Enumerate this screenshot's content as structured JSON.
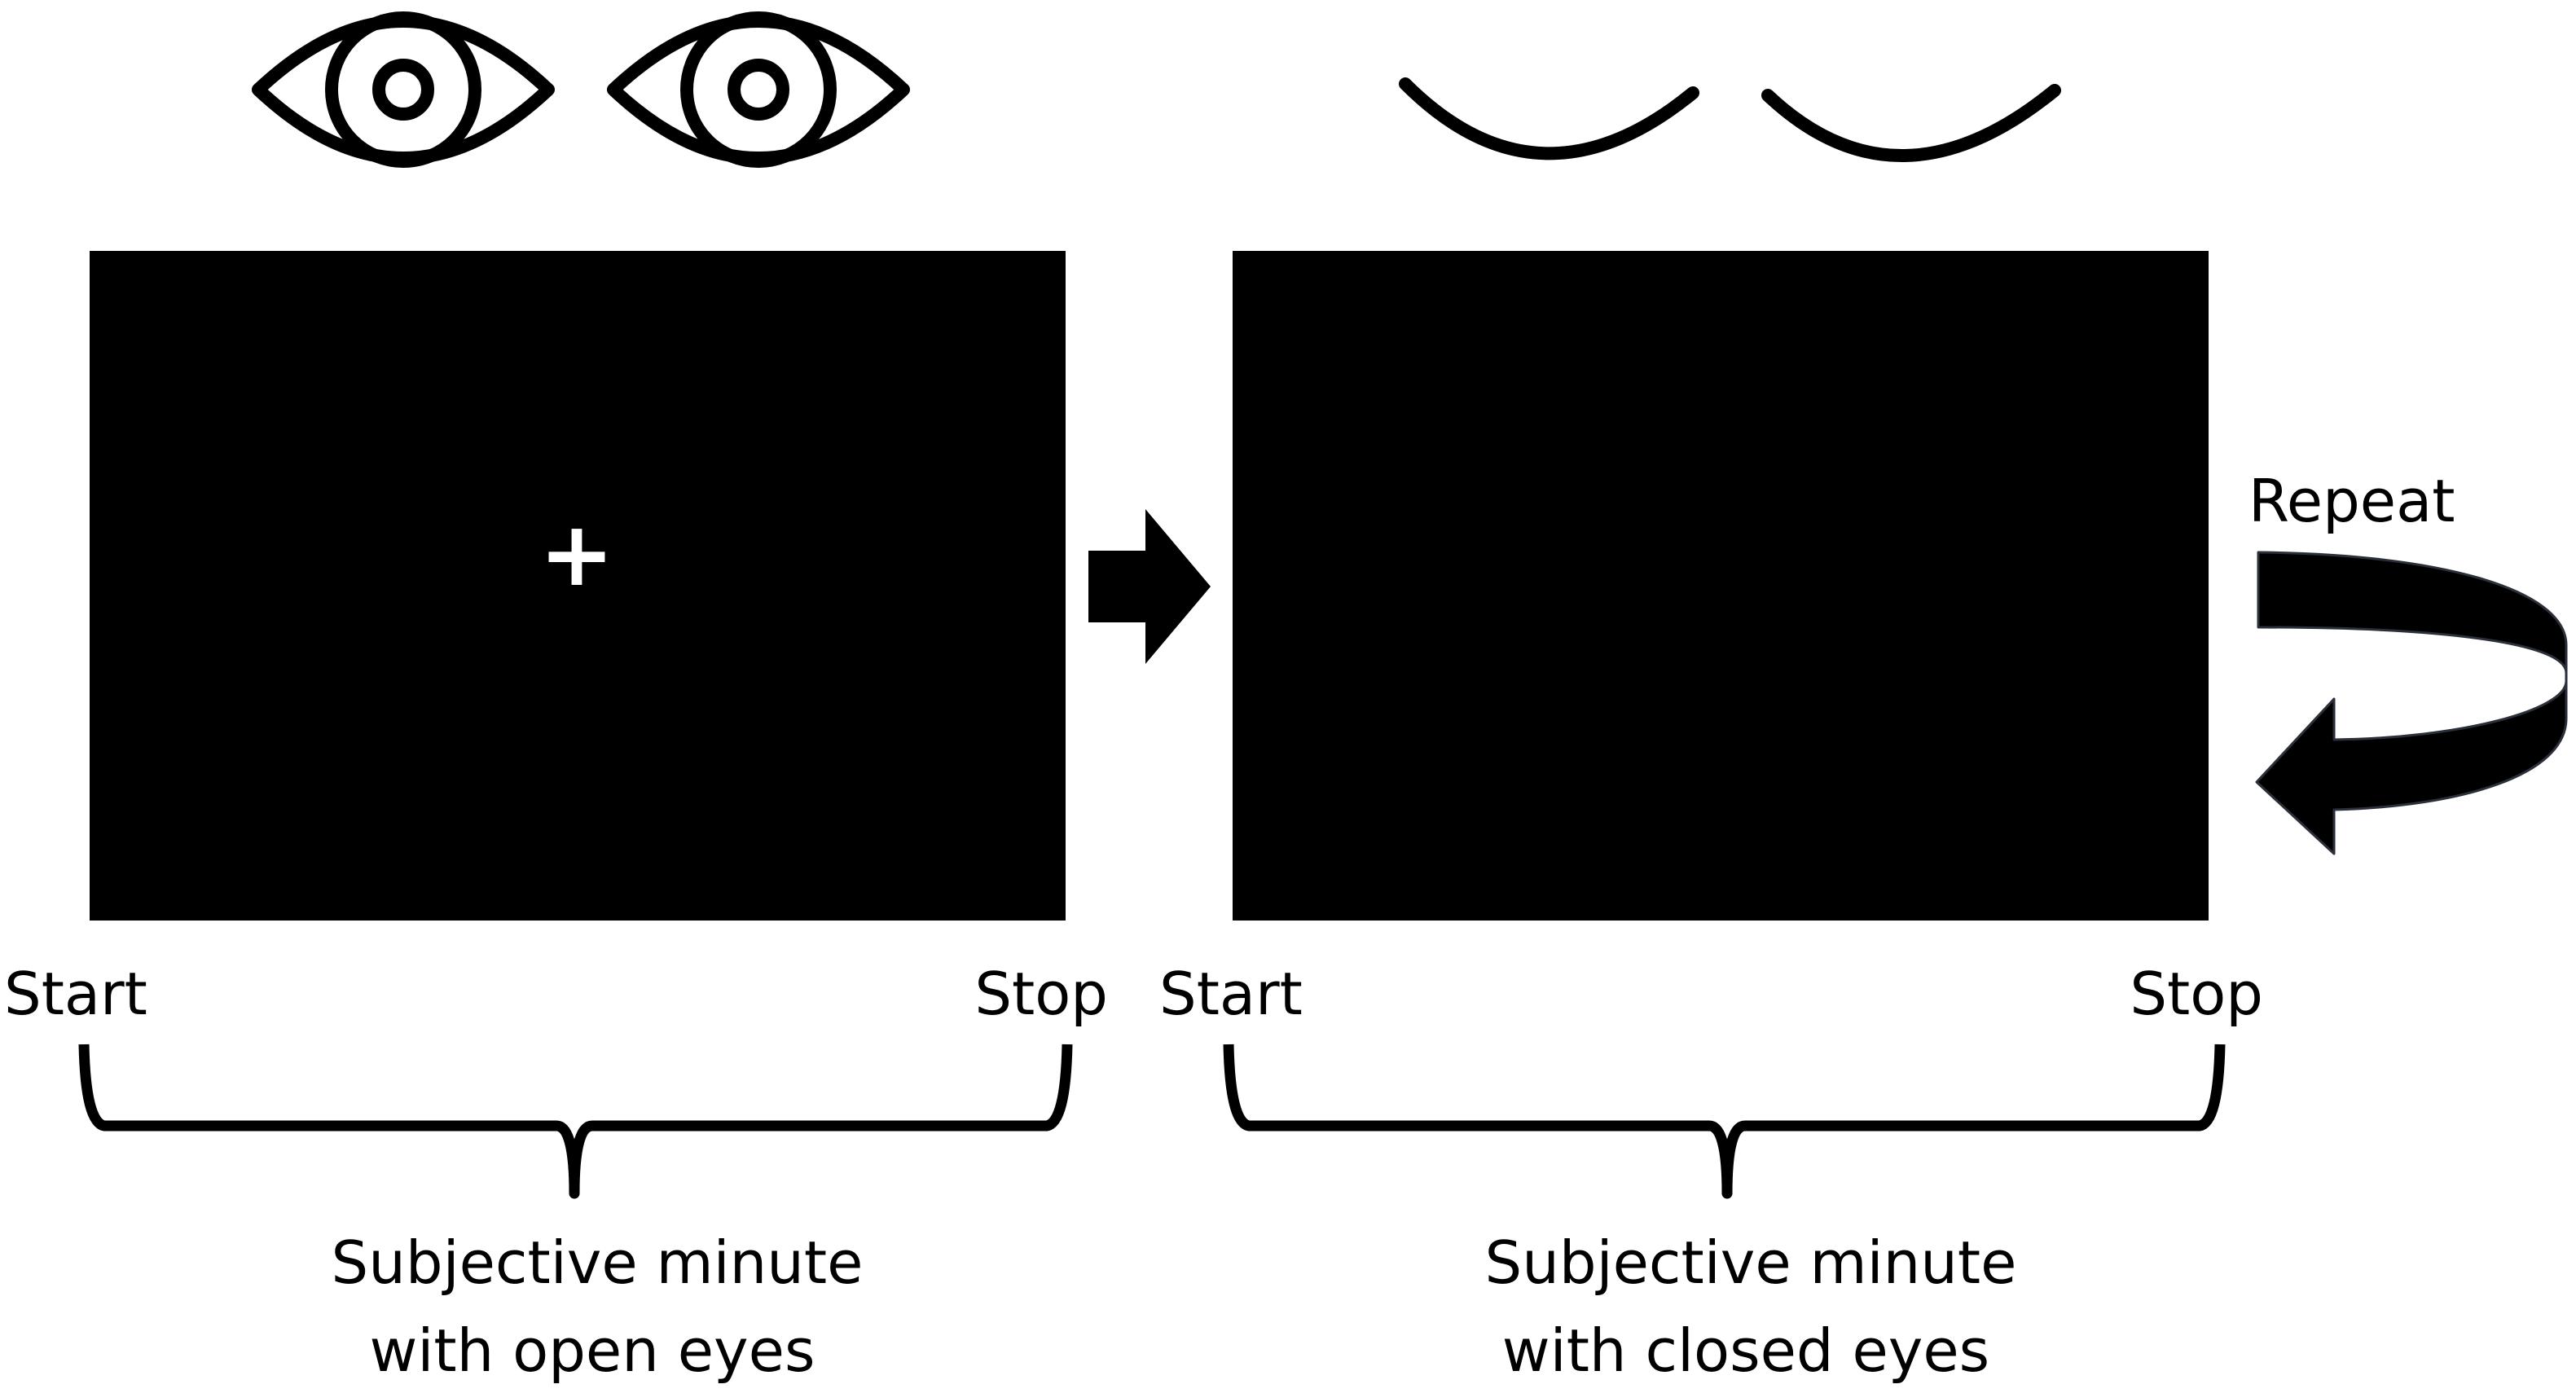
{
  "panels": [
    {
      "id": "open",
      "start_label": "Start",
      "stop_label": "Stop",
      "caption_line1": "Subjective minute",
      "caption_line2": "with open eyes",
      "fixation_symbol": "+",
      "eye_icon": "open-eye-icon"
    },
    {
      "id": "closed",
      "start_label": "Start",
      "stop_label": "Stop",
      "caption_line1": "Subjective minute",
      "caption_line2": "with closed eyes",
      "eye_icon": "closed-eye-icon"
    }
  ],
  "repeat_label": "Repeat",
  "colors": {
    "screen": "#000000",
    "fixation": "#ffffff",
    "stroke": "#000000",
    "background": "#ffffff"
  }
}
